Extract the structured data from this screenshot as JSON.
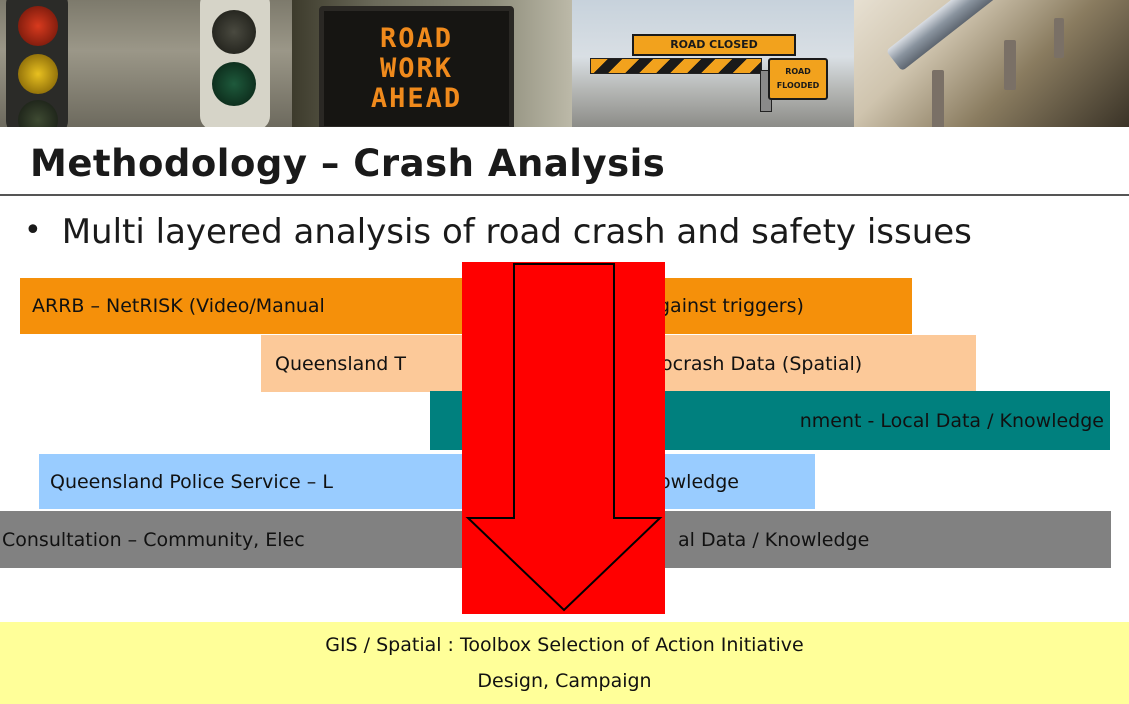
{
  "banner": {
    "images": [
      {
        "icon": "traffic-lights-photo"
      },
      {
        "icon": "road-work-sign-photo",
        "text_lines": [
          "ROAD",
          "WORK",
          "AHEAD"
        ]
      },
      {
        "icon": "road-closed-barrier-photo",
        "barrier_text": "ROAD CLOSED",
        "sign_text_lines": [
          "ROAD",
          "FLOODED"
        ]
      },
      {
        "icon": "guardrail-photo"
      }
    ]
  },
  "title": "Methodology – Crash Analysis",
  "bullet": "Multi layered analysis of road crash and safety issues",
  "layers": [
    {
      "text": "ARRB – NetRISK (Video/Manual",
      "text_right": "gainst triggers)",
      "color": "#f5900a"
    },
    {
      "text": "Queensland T",
      "text_right": "ocrash Data (Spatial)",
      "color": "#fcc999"
    },
    {
      "text": "nment - Local Data / Knowledge",
      "color": "#00807e"
    },
    {
      "text": "Queensland Police Service – L",
      "text_right": "owledge",
      "color": "#99ccff"
    },
    {
      "text": "Consultation – Community, Elec",
      "text_right": "al Data / Knowledge",
      "color": "#818181"
    }
  ],
  "outcome": {
    "line1": "GIS / Spatial : Toolbox Selection of Action Initiative",
    "line2": "Design, Campaign",
    "color": "#ffff99"
  },
  "arrow": {
    "color": "#ff0000",
    "icon": "down-arrow-icon"
  }
}
